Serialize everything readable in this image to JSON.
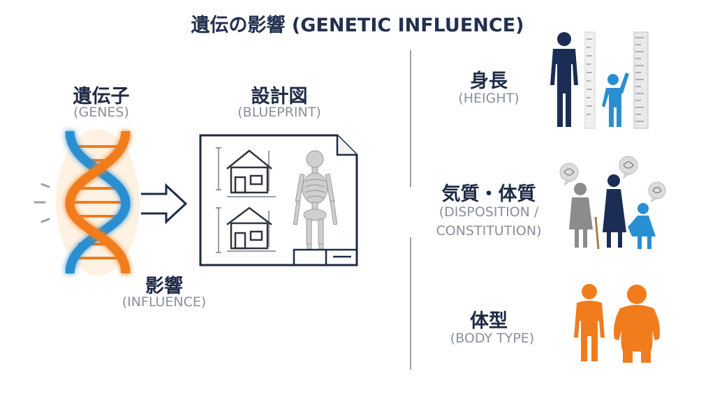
{
  "title": "遺伝の影響 (GENETIC INFLUENCE)",
  "genes": {
    "jp": "遺伝子",
    "en": "(GENES)"
  },
  "blueprint": {
    "jp": "設計図",
    "en": "(BLUEPRINT)"
  },
  "influence": {
    "jp": "影響",
    "en": "(INFLUENCE)"
  },
  "traits": [
    {
      "jp": "身長",
      "en": "(HEIGHT)"
    },
    {
      "jp": "気質・体質",
      "en_line1": "(DISPOSITION /",
      "en_line2": "CONSTITUTION)"
    },
    {
      "jp": "体型",
      "en": "(BODY TYPE)"
    }
  ],
  "colors": {
    "navy": "#1b2d55",
    "blue": "#2a8fd1",
    "orange": "#f07c1e",
    "gray": "#8c8c8c"
  }
}
